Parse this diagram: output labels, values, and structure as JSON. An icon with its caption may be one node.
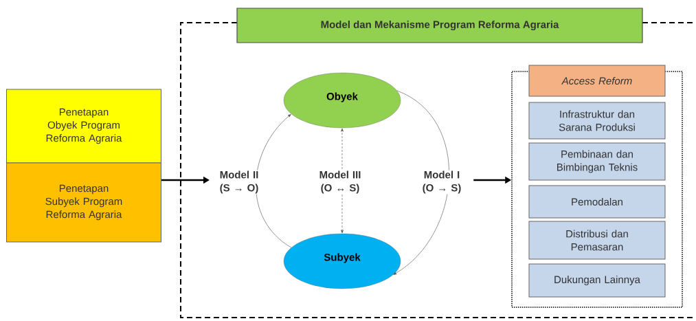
{
  "diagram": {
    "nodes": [
      {
        "text": [
          "Model dan Mekanisme Program Reforma Agraria"
        ]
      },
      {
        "text": [
          "Penetapan Obyek Program Reforma Agraria"
        ]
      },
      {
        "text": [
          "Penetapan Subyek Program Reforma Agraria"
        ]
      },
      {
        "text": [
          "Obyek"
        ],
        "in": 0
      },
      {
        "text": [
          "Subyek"
        ],
        "in": 0
      },
      {
        "text": [],
        "shape": "box",
        "in": 0
      },
      {
        "text": [
          "Access Reform"
        ],
        "in": 5
      },
      {
        "text": [
          "Infrastruktur dan Sarana Produksi"
        ],
        "in": 5
      },
      {
        "text": [
          "Pembinaan dan Bimbingan Teknis"
        ],
        "in": 5
      },
      {
        "text": [
          "Pemodalan"
        ],
        "in": 5
      },
      {
        "text": [
          "Distribusi dan Pemasaran"
        ],
        "in": 5
      },
      {
        "text": [
          "Dukungan Lainnya"
        ],
        "in": 5
      }
    ],
    "edges": [
      {
        "from": 4,
        "to": 3,
        "arrow": "to",
        "label": "Model II (S → O)"
      },
      {
        "from": 4,
        "to": 3,
        "arrow": "both",
        "style": "dashed",
        "label": "Model III (O ↔ S)"
      },
      {
        "from": 3,
        "to": 4,
        "arrow": "to",
        "label": "Model I (O → S)"
      },
      {
        "from": 2,
        "to": null,
        "arrow": "to",
        "style": "thick"
      },
      {
        "from": null,
        "to": 5,
        "arrow": "to",
        "style": "thick"
      }
    ]
  }
}
